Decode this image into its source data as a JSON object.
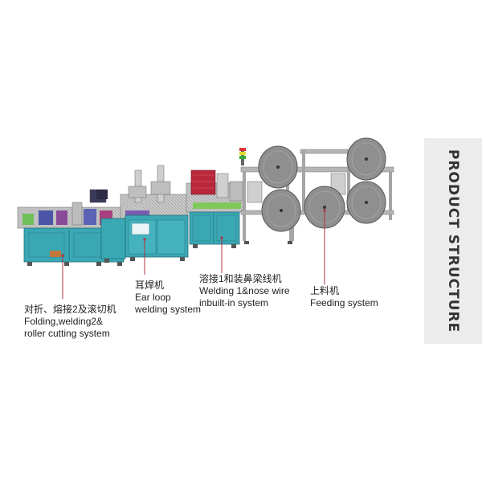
{
  "banner": {
    "text": "PRODUCT STRUCTURE"
  },
  "labels": {
    "folding": {
      "zh": "对折、熔接2及滚切机",
      "en_line1": "Folding,welding2&",
      "en_line2": "roller cutting system"
    },
    "earloop": {
      "zh": "耳焊机",
      "en_line1": "Ear loop",
      "en_line2": "welding system"
    },
    "welding1": {
      "zh": "溶接1和装鼻梁线机",
      "en_line1": "Welding 1&nose wire",
      "en_line2": "inbuilt-in system"
    },
    "feeding": {
      "zh": "上料机",
      "en_line1": "Feeding system"
    }
  },
  "colors": {
    "cabinet_teal": "#3aa8b4",
    "cabinet_dark": "#2f8894",
    "pointer_red": "#b03040",
    "roll_gray": "#8f8f8f",
    "frame_gray": "#b5b5b5",
    "banner_bg": "#ececec"
  }
}
